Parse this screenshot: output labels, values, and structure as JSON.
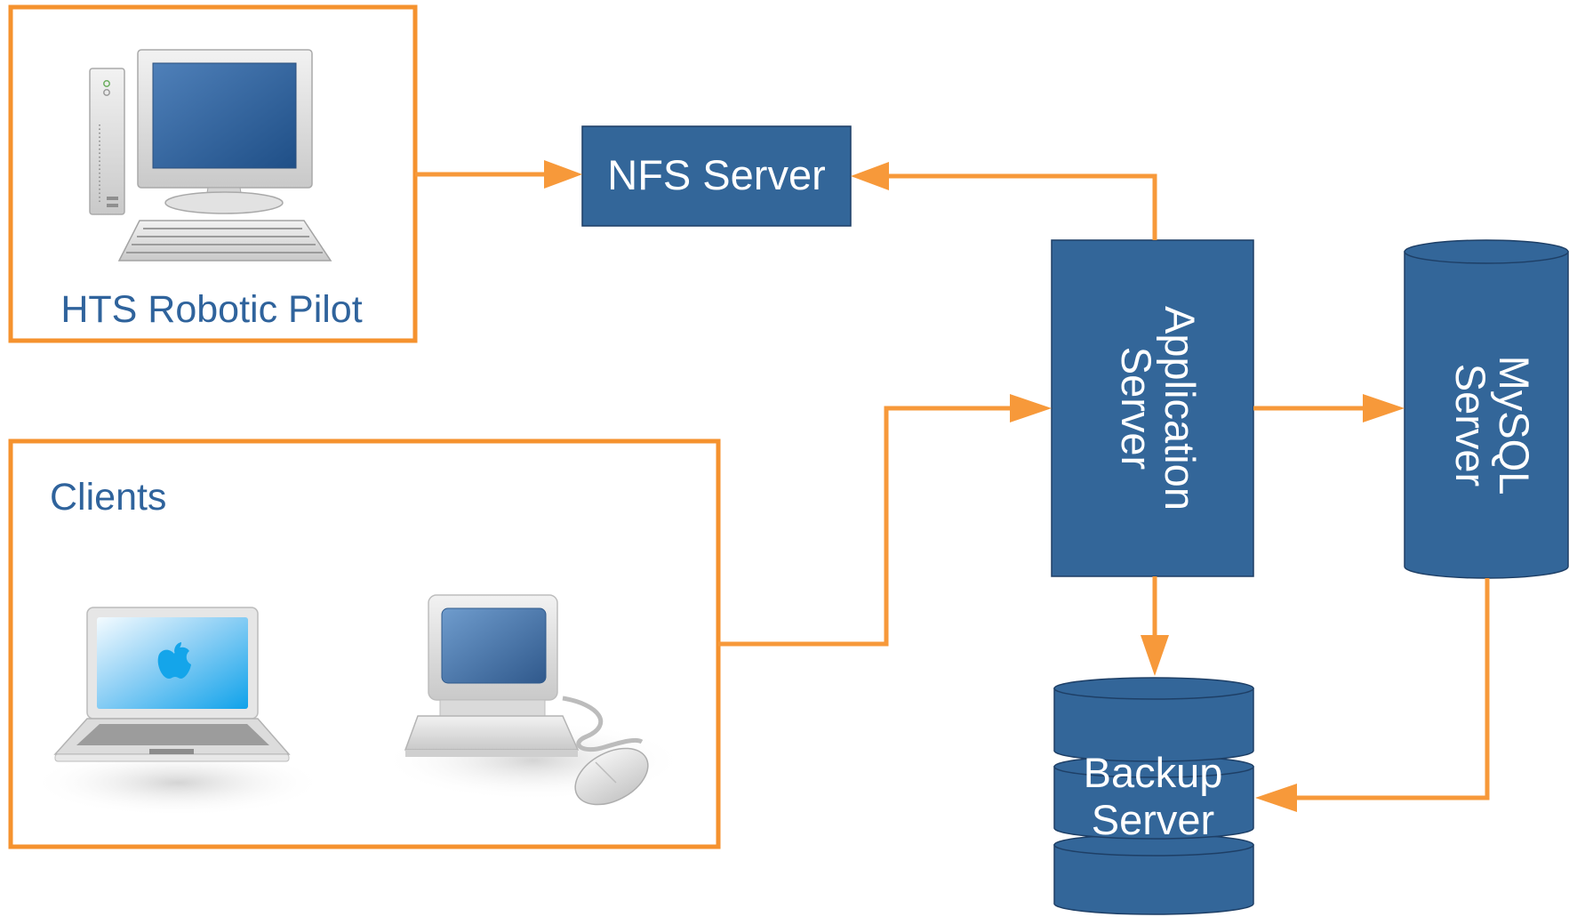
{
  "groups": {
    "pilot": {
      "label": "HTS Robotic Pilot"
    },
    "clients": {
      "label": "Clients"
    }
  },
  "nodes": {
    "nfs": {
      "label": "NFS Server",
      "shape": "rectangle"
    },
    "app": {
      "line1": "Application",
      "line2": "Server",
      "shape": "rectangle",
      "text_orientation": "rotated-90"
    },
    "mysql": {
      "line1": "MySQL",
      "line2": "Server",
      "shape": "cylinder",
      "text_orientation": "rotated-90"
    },
    "backup": {
      "line1": "Backup",
      "line2": "Server",
      "shape": "stacked-cylinder"
    }
  },
  "edges": [
    {
      "from": "HTS Robotic Pilot",
      "to": "NFS Server"
    },
    {
      "from": "Application Server",
      "to": "NFS Server"
    },
    {
      "from": "Clients",
      "to": "Application Server"
    },
    {
      "from": "Application Server",
      "to": "MySQL Server"
    },
    {
      "from": "Application Server",
      "to": "Backup Server"
    },
    {
      "from": "MySQL Server",
      "to": "Backup Server"
    }
  ],
  "icons": [
    "desktop-computer-icon",
    "laptop-icon",
    "desktop-computer-mouse-icon",
    "apple-logo-icon"
  ],
  "colors": {
    "group_border": "#f5922e",
    "arrow": "#f7993a",
    "node_fill": "#336699",
    "node_text": "#ffffff",
    "group_text": "#2f639c"
  }
}
